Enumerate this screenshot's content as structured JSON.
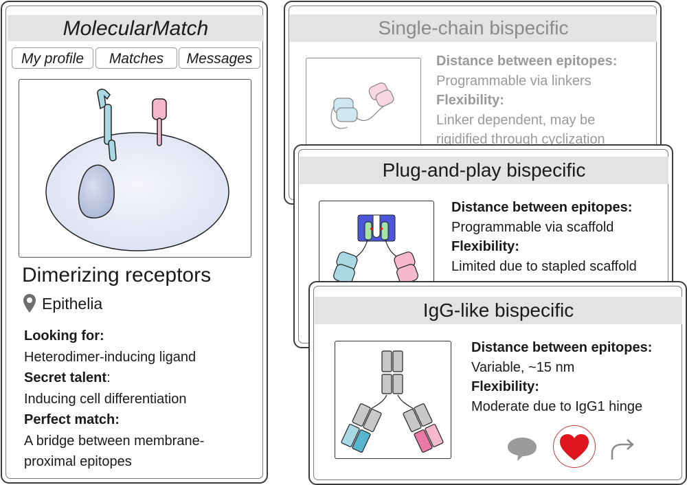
{
  "app": {
    "title": "MolecularMatch",
    "tabs": [
      "My profile",
      "Matches",
      "Messages"
    ]
  },
  "profile": {
    "name": "Dimerizing receptors",
    "location": "Epithelia",
    "fields": [
      {
        "label": "Looking for:",
        "value": "Heterodimer-inducing ligand"
      },
      {
        "label": "Secret talent",
        "label_suffix": ":",
        "value": "Inducing cell differentiation"
      },
      {
        "label": "Perfect match:",
        "value_lines": [
          "A bridge between membrane-",
          "proximal epitopes"
        ]
      }
    ]
  },
  "matches": [
    {
      "title": "Single-chain bispecific",
      "distance_label": "Distance between epitopes:",
      "distance_value": "Programmable via linkers",
      "flex_label": "Flexibility:",
      "flex_lines": [
        "Linker dependent, may be",
        "rigidified through cyclization"
      ]
    },
    {
      "title": "Plug-and-play bispecific",
      "distance_label": "Distance between epitopes:",
      "distance_value": "Programmable via scaffold",
      "flex_label": "Flexibility:",
      "flex_lines": [
        "Limited due to stapled scaffold"
      ]
    },
    {
      "title": "IgG-like bispecific",
      "distance_label": "Distance between epitopes:",
      "distance_value": "Variable, ~15 nm",
      "flex_label": "Flexibility:",
      "flex_lines": [
        "Moderate due to IgG1 hinge"
      ]
    }
  ],
  "colors": {
    "blue": "#a9d7e3",
    "pink": "#f5b8cc",
    "heart": "#e0161e",
    "scaffold": "#4b55d8",
    "green": "#a6e3a6"
  }
}
